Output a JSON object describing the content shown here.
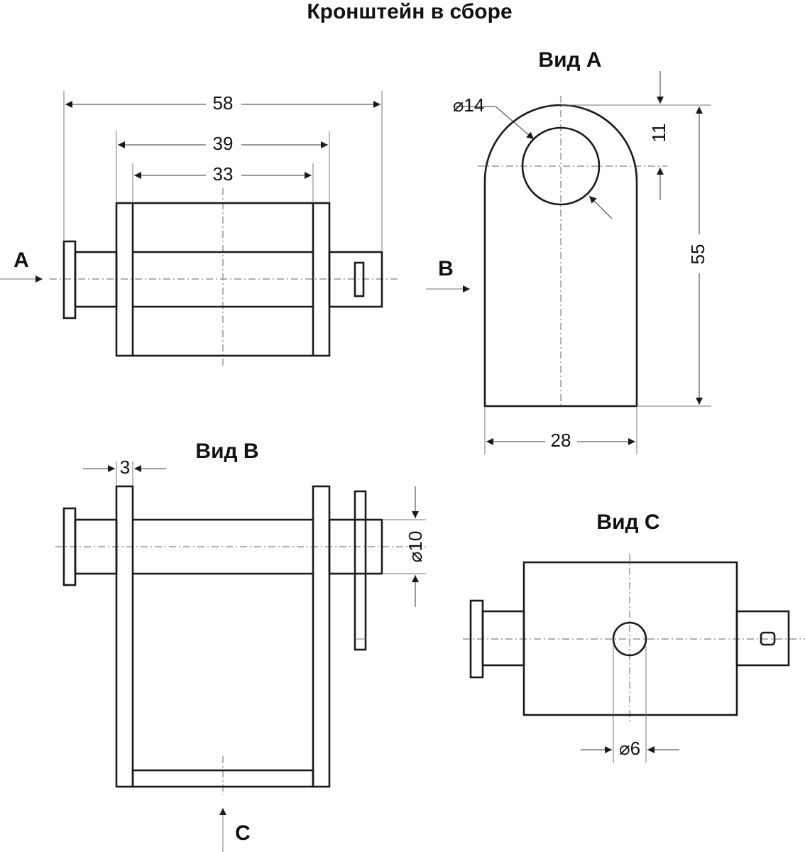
{
  "title": "Кронштейн в сборе",
  "views": {
    "view_a_title": "Вид А",
    "view_b_title": "Вид В",
    "view_c_title": "Вид С"
  },
  "arrows": {
    "a": "A",
    "b": "B",
    "c": "C"
  },
  "dimensions": {
    "overall_length": "58",
    "outer_plate_span": "39",
    "inner_plate_span": "33",
    "hole_diameter": "⌀14",
    "hole_center_offset": "11",
    "plate_height": "55",
    "plate_width": "28",
    "plate_thickness": "3",
    "shaft_diameter": "⌀10",
    "small_hole_diameter": "⌀6"
  }
}
